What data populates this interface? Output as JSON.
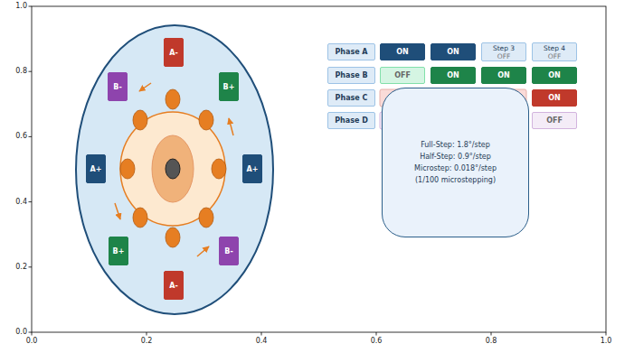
{
  "diagram": {
    "nodes": [
      {
        "text": [
          "A-"
        ]
      },
      {
        "text": [
          "B-"
        ]
      },
      {
        "text": [
          "B+"
        ]
      },
      {
        "text": [
          "A+"
        ]
      },
      {
        "text": [
          "A+"
        ]
      },
      {
        "text": [
          "B+"
        ]
      },
      {
        "text": [
          "B-"
        ]
      },
      {
        "text": [
          "A-"
        ]
      },
      {
        "text": [
          "Phase A"
        ]
      },
      {
        "text": [
          "ON"
        ]
      },
      {
        "text": [
          "ON"
        ]
      },
      {
        "text": [
          "Step 3",
          "OFF"
        ]
      },
      {
        "text": [
          "Step 4",
          "OFF"
        ]
      },
      {
        "text": [
          "Phase B"
        ]
      },
      {
        "text": [
          "OFF"
        ]
      },
      {
        "text": [
          "ON"
        ]
      },
      {
        "text": [
          "ON"
        ]
      },
      {
        "text": [
          "ON"
        ]
      },
      {
        "text": [
          "Phase C"
        ]
      },
      {
        "text": [
          "ON"
        ]
      },
      {
        "text": [
          "Phase D"
        ]
      },
      {
        "text": [
          "OFF"
        ]
      },
      {
        "text": [
          "Full-Step: 1.8°/step",
          "Half-Step: 0.9°/step",
          "Microstep: 0.018°/step",
          "(1/100 microstepping)"
        ]
      }
    ],
    "labels": [
      "0.0",
      "0.2",
      "0.4",
      "0.6",
      "0.8",
      "1.0",
      "0.0",
      "0.2",
      "0.4",
      "0.6",
      "0.8",
      "1.0"
    ]
  }
}
